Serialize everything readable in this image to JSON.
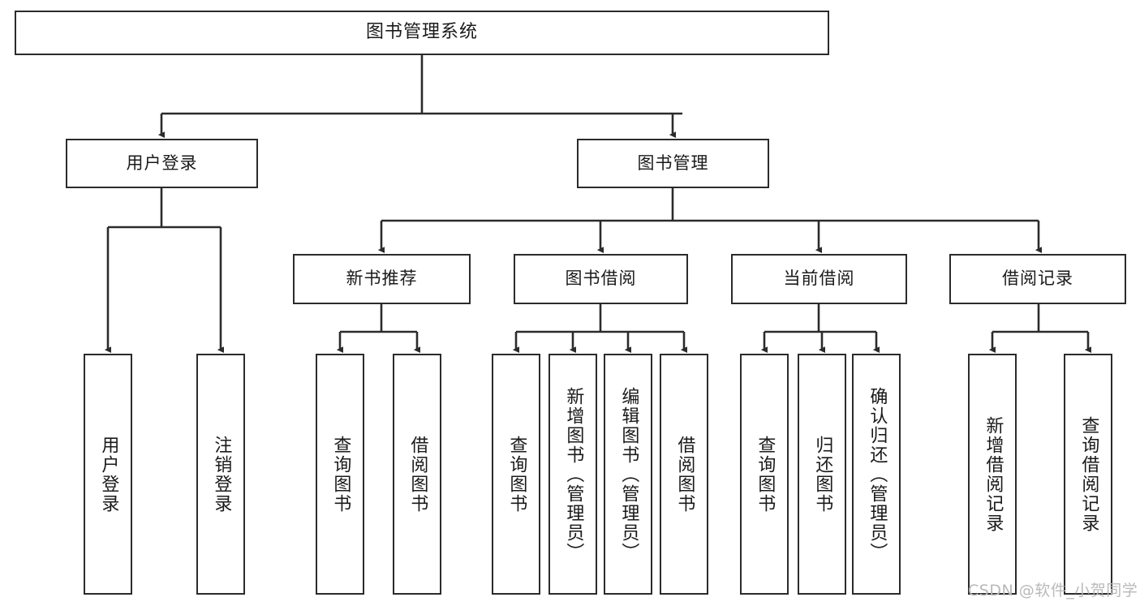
{
  "diagram": {
    "title": "图书管理系统",
    "type": "tree-hierarchy-chart",
    "orientation": "top-down",
    "colors": {
      "stroke": "#2b2b2b",
      "fill": "#ffffff",
      "text": "#1a1a1a",
      "watermark": "#b9b9b9",
      "background": "#ffffff"
    },
    "levels": 4
  },
  "nodes": {
    "root": {
      "label": "图书管理系统"
    },
    "level2": [
      {
        "id": "user-login",
        "label": "用户登录"
      },
      {
        "id": "book-manage",
        "label": "图书管理"
      }
    ],
    "level3": [
      {
        "id": "new-book-recommend",
        "label": "新书推荐"
      },
      {
        "id": "book-borrow",
        "label": "图书借阅"
      },
      {
        "id": "current-borrow",
        "label": "当前借阅"
      },
      {
        "id": "borrow-record",
        "label": "借阅记录"
      }
    ],
    "leaves": {
      "user-login": [
        {
          "id": "leaf-user-login",
          "label": "用户登录"
        },
        {
          "id": "leaf-user-logout",
          "label": "注销登录"
        }
      ],
      "new-book-recommend": [
        {
          "id": "leaf-query-book-1",
          "label": "查询图书"
        },
        {
          "id": "leaf-borrow-book-1",
          "label": "借阅图书"
        }
      ],
      "book-borrow": [
        {
          "id": "leaf-query-book-2",
          "label": "查询图书"
        },
        {
          "id": "leaf-add-book",
          "label": "新增图书（管理员）"
        },
        {
          "id": "leaf-edit-book",
          "label": "编辑图书（管理员）"
        },
        {
          "id": "leaf-borrow-book-2",
          "label": "借阅图书"
        }
      ],
      "current-borrow": [
        {
          "id": "leaf-query-book-3",
          "label": "查询图书"
        },
        {
          "id": "leaf-return-book",
          "label": "归还图书"
        },
        {
          "id": "leaf-confirm-return",
          "label": "确认归还（管理员）"
        }
      ],
      "borrow-record": [
        {
          "id": "leaf-add-record",
          "label": "新增借阅记录"
        },
        {
          "id": "leaf-query-record",
          "label": "查询借阅记录"
        }
      ]
    }
  },
  "watermark": {
    "text": "CSDN @软件_小贺同学"
  }
}
